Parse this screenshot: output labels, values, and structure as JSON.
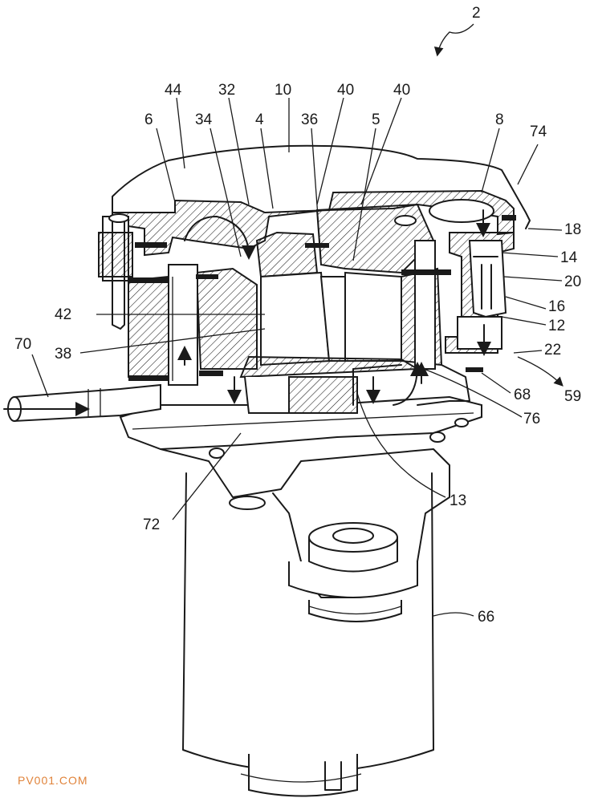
{
  "figure": {
    "labels": {
      "l2": "2",
      "l44": "44",
      "l32": "32",
      "l10": "10",
      "l40a": "40",
      "l40b": "40",
      "l6": "6",
      "l34": "34",
      "l4": "4",
      "l36": "36",
      "l5": "5",
      "l8": "8",
      "l74": "74",
      "l18": "18",
      "l14": "14",
      "l20": "20",
      "l16": "16",
      "l12": "12",
      "l22": "22",
      "l59": "59",
      "l42": "42",
      "l38": "38",
      "l70": "70",
      "l68": "68",
      "l76": "76",
      "l13": "13",
      "l72": "72",
      "l66": "66"
    },
    "watermark": "PV001.COM"
  }
}
